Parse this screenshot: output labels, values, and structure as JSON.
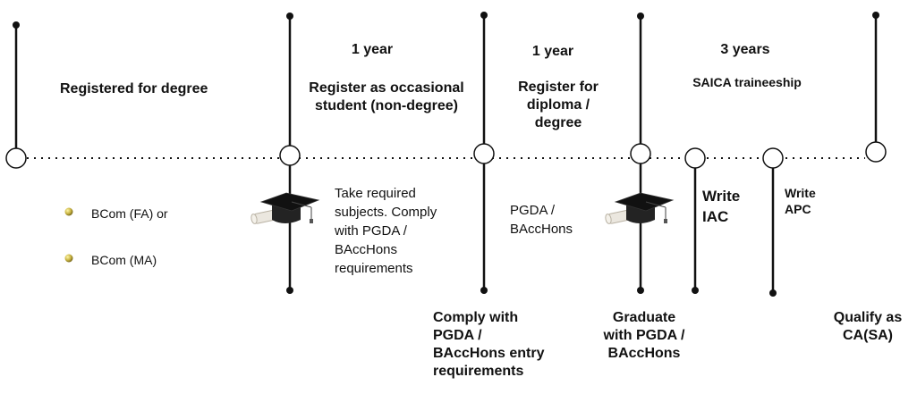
{
  "phases": {
    "registered": "Registered for degree",
    "occasional_duration": "1 year",
    "occasional": "Register as occasional student (non-degree)",
    "diploma_duration": "1 year",
    "diploma": "Register for\ndiploma /\ndegree",
    "saica_duration": "3 years",
    "saica": "SAICA traineeship"
  },
  "degrees": {
    "items": [
      "BCom (FA) or",
      "BCom (MA)"
    ]
  },
  "notes": {
    "take_subjects": "Take required\nsubjects. Comply\nwith PGDA /\nBAccHons\nrequirements",
    "pgda": "PGDA /\nBAccHons"
  },
  "exams": {
    "iac": "Write\nIAC",
    "apc": "Write\nAPC"
  },
  "milestones": {
    "comply": "Comply with\nPGDA /\nBAccHons entry\nrequirements",
    "graduate": "Graduate\nwith PGDA /\nBAccHons",
    "qualify": "Qualify as\nCA(SA)"
  },
  "colors": {
    "line": "#111111",
    "bullet": "#b5a642",
    "cap": "#1a1a1a",
    "scroll": "#e8e4dc"
  },
  "icons": [
    "graduation-cap-icon",
    "bullet-icon"
  ]
}
